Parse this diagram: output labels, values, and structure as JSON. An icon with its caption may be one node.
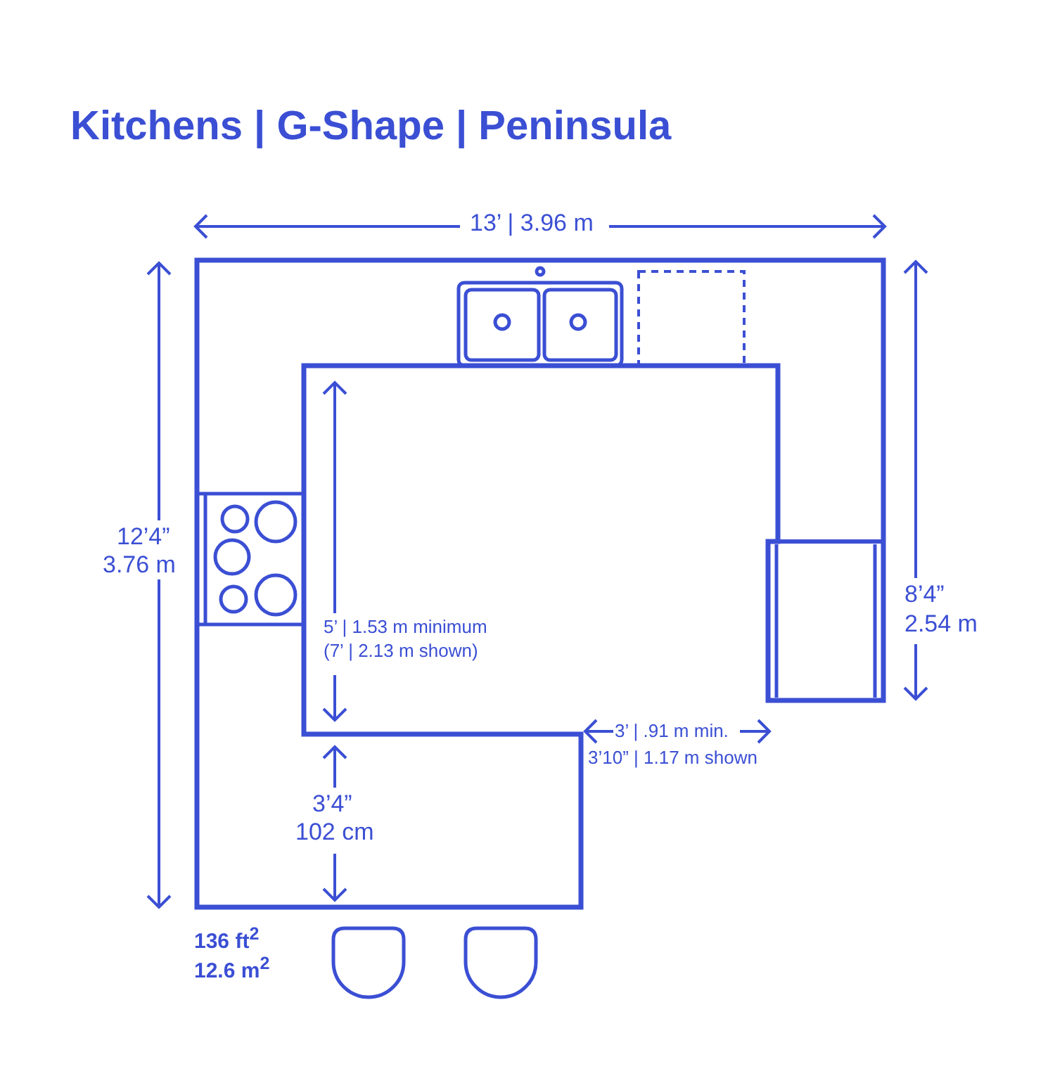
{
  "diagram": {
    "title": "Kitchens | G-Shape | Peninsula",
    "labels": [
      "13’ | 3.96 m",
      "12’4”",
      "3.76 m",
      "5’ | 1.53 m minimum",
      "(7’ | 2.13 m shown)",
      "8’4”",
      "2.54 m",
      "3’ | .91 m min.",
      "3’10” | 1.17 m shown",
      "3’4”",
      "102 cm",
      "136 ft$^{2}$",
      "12.6 m$^{2}$"
    ]
  }
}
